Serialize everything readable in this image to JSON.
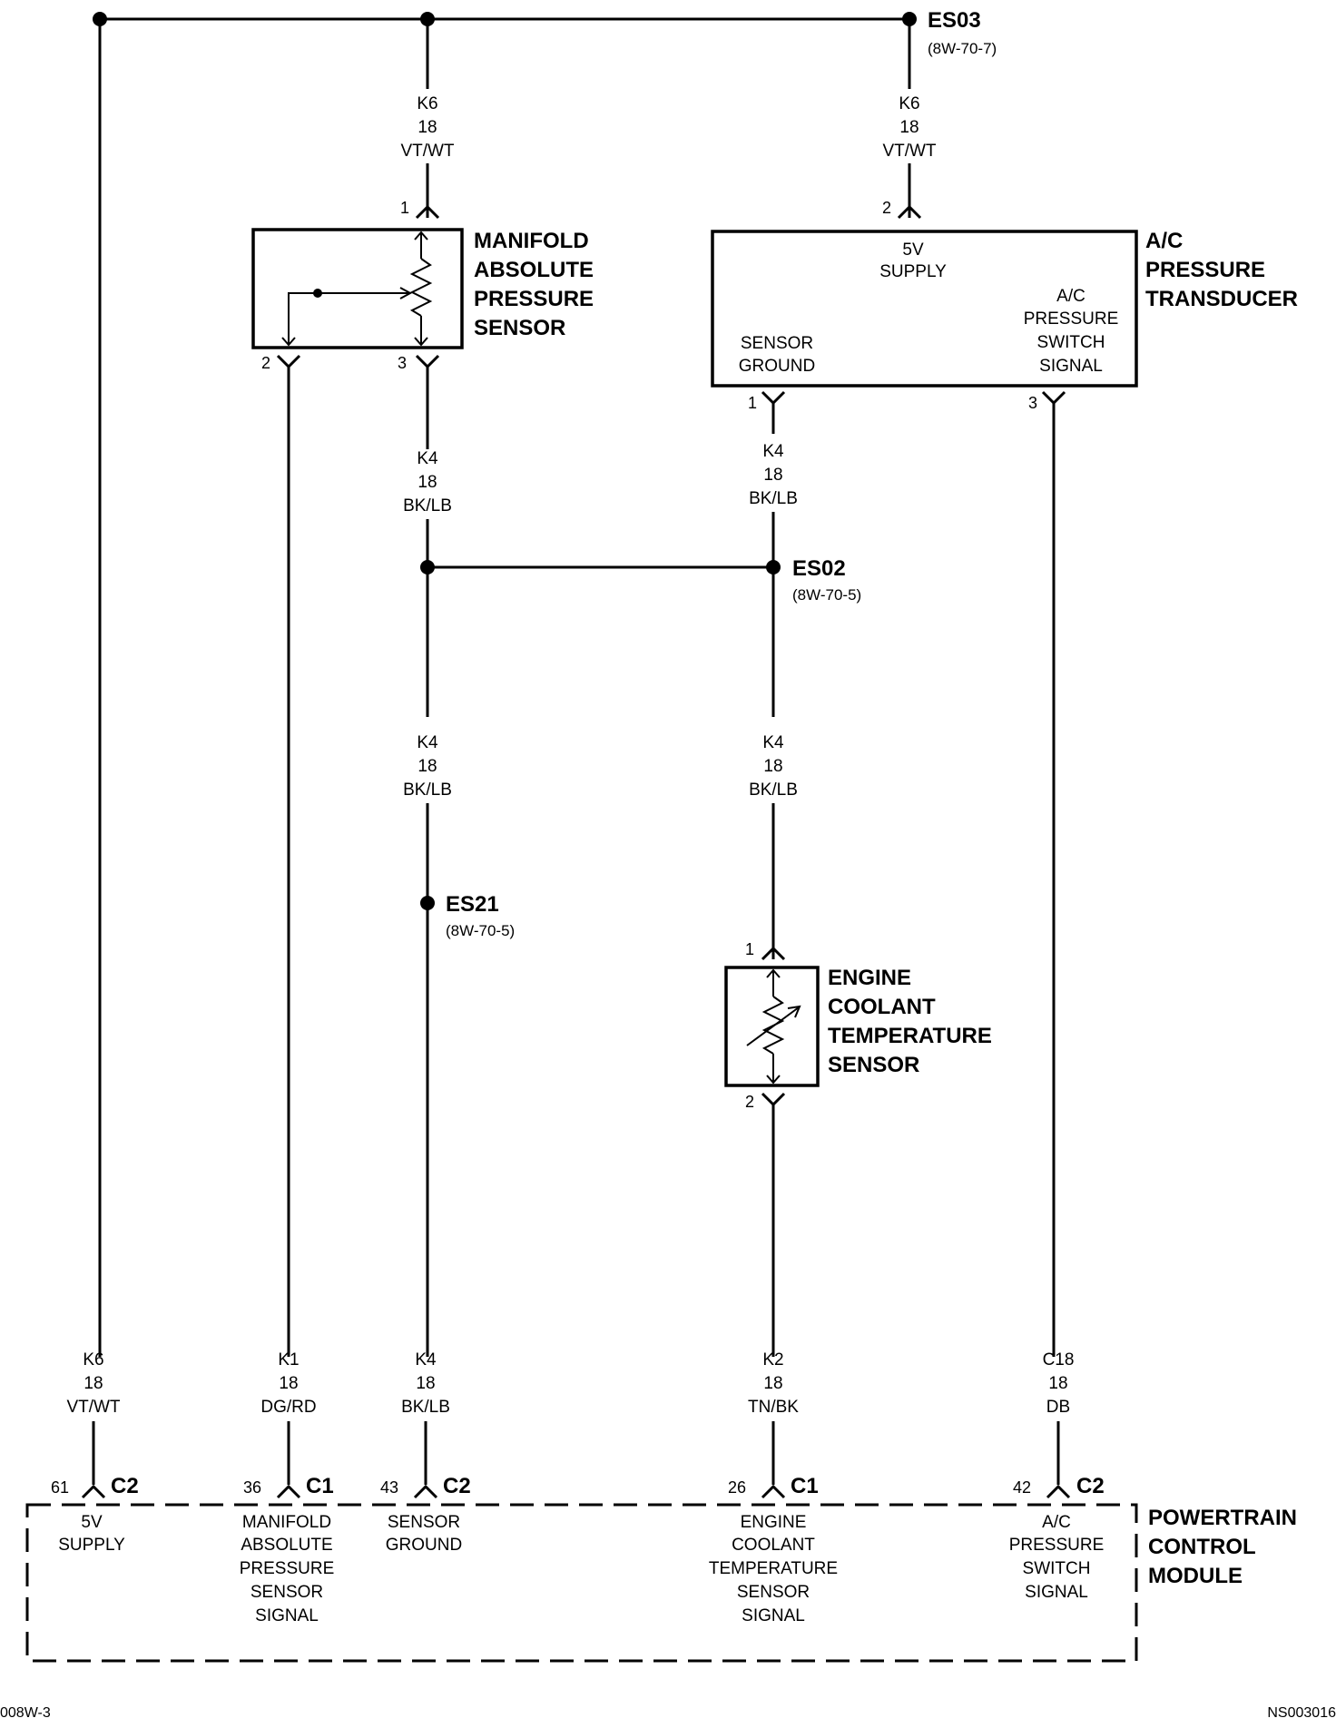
{
  "splices": {
    "es03": {
      "name": "ES03",
      "ref": "(8W-70-7)"
    },
    "es02": {
      "name": "ES02",
      "ref": "(8W-70-5)"
    },
    "es21": {
      "name": "ES21",
      "ref": "(8W-70-5)"
    }
  },
  "wires": {
    "map_supply": {
      "circuit": "K6",
      "gauge": "18",
      "color": "VT/WT"
    },
    "ac_supply": {
      "circuit": "K6",
      "gauge": "18",
      "color": "VT/WT"
    },
    "map_ground": {
      "circuit": "K4",
      "gauge": "18",
      "color": "BK/LB"
    },
    "ac_ground": {
      "circuit": "K4",
      "gauge": "18",
      "color": "BK/LB"
    },
    "mid_ground": {
      "circuit": "K4",
      "gauge": "18",
      "color": "BK/LB"
    },
    "ect_ground": {
      "circuit": "K4",
      "gauge": "18",
      "color": "BK/LB"
    },
    "pcm_supply": {
      "circuit": "K6",
      "gauge": "18",
      "color": "VT/WT"
    },
    "pcm_map": {
      "circuit": "K1",
      "gauge": "18",
      "color": "DG/RD"
    },
    "pcm_ground": {
      "circuit": "K4",
      "gauge": "18",
      "color": "BK/LB"
    },
    "pcm_ect": {
      "circuit": "K2",
      "gauge": "18",
      "color": "TN/BK"
    },
    "pcm_ac": {
      "circuit": "C18",
      "gauge": "18",
      "color": "DB"
    }
  },
  "components": {
    "map_sensor": {
      "label": [
        "MANIFOLD",
        "ABSOLUTE",
        "PRESSURE",
        "SENSOR"
      ],
      "pins": {
        "supply": "1",
        "signal": "2",
        "ground": "3"
      }
    },
    "ac_transducer": {
      "label": [
        "A/C",
        "PRESSURE",
        "TRANSDUCER"
      ],
      "supply_text": [
        "5V",
        "SUPPLY"
      ],
      "ground_text": [
        "SENSOR",
        "GROUND"
      ],
      "signal_text": [
        "A/C",
        "PRESSURE",
        "SWITCH",
        "SIGNAL"
      ],
      "pins": {
        "supply": "2",
        "ground": "1",
        "signal": "3"
      }
    },
    "ect_sensor": {
      "label": [
        "ENGINE",
        "COOLANT",
        "TEMPERATURE",
        "SENSOR"
      ],
      "pins": {
        "top": "1",
        "bottom": "2"
      }
    },
    "pcm": {
      "label": [
        "POWERTRAIN",
        "CONTROL",
        "MODULE"
      ],
      "pins": [
        {
          "pin": "61",
          "conn": "C2",
          "text": [
            "5V",
            "SUPPLY"
          ]
        },
        {
          "pin": "36",
          "conn": "C1",
          "text": [
            "MANIFOLD",
            "ABSOLUTE",
            "PRESSURE",
            "SENSOR",
            "SIGNAL"
          ]
        },
        {
          "pin": "43",
          "conn": "C2",
          "text": [
            "SENSOR",
            "GROUND"
          ]
        },
        {
          "pin": "26",
          "conn": "C1",
          "text": [
            "ENGINE",
            "COOLANT",
            "TEMPERATURE",
            "SENSOR",
            "SIGNAL"
          ]
        },
        {
          "pin": "42",
          "conn": "C2",
          "text": [
            "A/C",
            "PRESSURE",
            "SWITCH",
            "SIGNAL"
          ]
        }
      ]
    }
  },
  "footer": {
    "left": "008W-3",
    "right": "NS003016"
  }
}
